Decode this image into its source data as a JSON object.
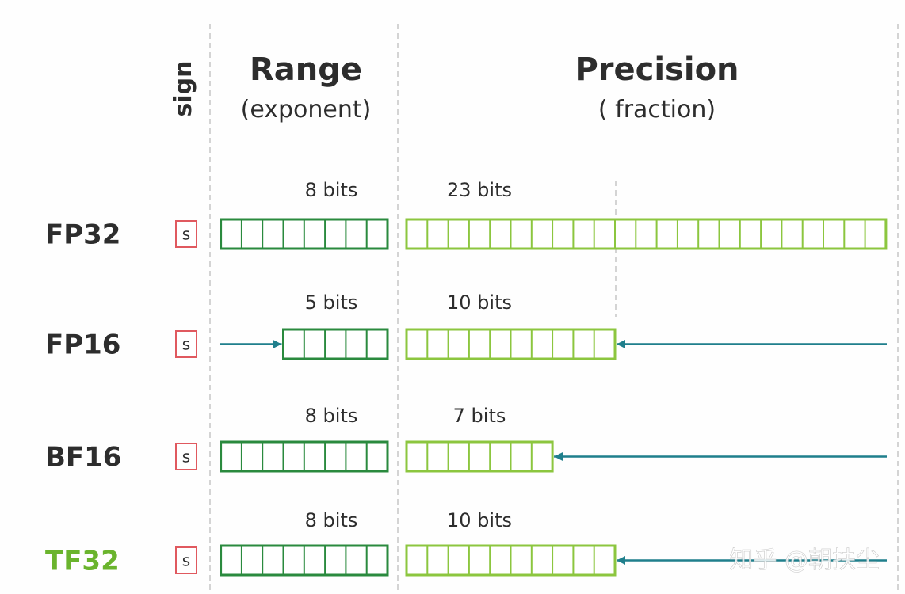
{
  "headers": {
    "sign": "sign",
    "range_title": "Range",
    "range_sub": "(exponent)",
    "precision_title": "Precision",
    "precision_sub": "( fraction)"
  },
  "sign_label": "s",
  "formats": [
    {
      "name": "FP32",
      "exponent_bits": 8,
      "fraction_bits": 23,
      "exponent_label": "8 bits",
      "fraction_label": "23 bits",
      "name_color": "#2d2d2d"
    },
    {
      "name": "FP16",
      "exponent_bits": 5,
      "fraction_bits": 10,
      "exponent_label": "5 bits",
      "fraction_label": "10 bits",
      "name_color": "#2d2d2d"
    },
    {
      "name": "BF16",
      "exponent_bits": 8,
      "fraction_bits": 7,
      "exponent_label": "8 bits",
      "fraction_label": "7 bits",
      "name_color": "#2d2d2d"
    },
    {
      "name": "TF32",
      "exponent_bits": 8,
      "fraction_bits": 10,
      "exponent_label": "8 bits",
      "fraction_label": "10 bits",
      "name_color": "#6ab42d"
    }
  ],
  "watermark": "知乎 @朝扶尘",
  "colors": {
    "sign_box": "#e0595f",
    "exponent_box": "#2a8a3e",
    "fraction_box": "#8cc63f",
    "arrow": "#1f7f8c",
    "divider": "#b8b8b8",
    "text": "#2d2d2d"
  }
}
